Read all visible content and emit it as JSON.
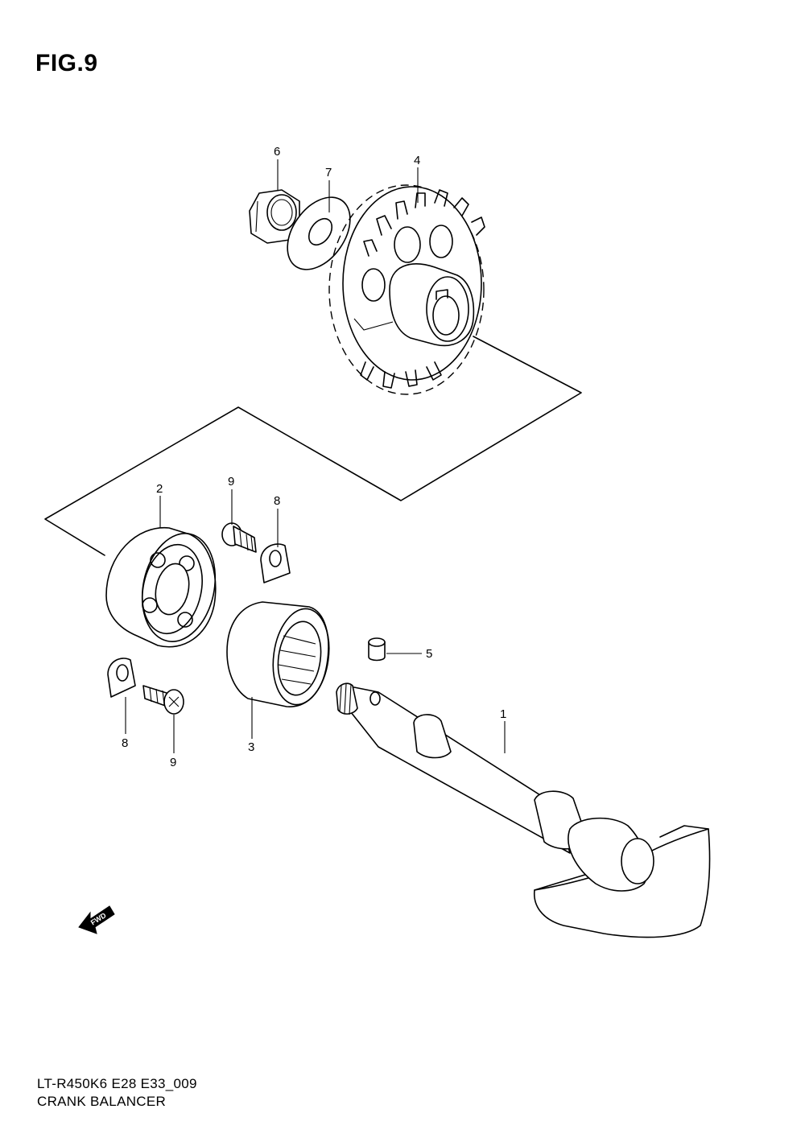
{
  "figure": {
    "title": "FIG.9"
  },
  "callouts": [
    {
      "id": "1",
      "label": "1"
    },
    {
      "id": "2",
      "label": "2"
    },
    {
      "id": "3",
      "label": "3"
    },
    {
      "id": "4",
      "label": "4"
    },
    {
      "id": "5",
      "label": "5"
    },
    {
      "id": "6",
      "label": "6"
    },
    {
      "id": "7",
      "label": "7"
    },
    {
      "id": "8a",
      "label": "8"
    },
    {
      "id": "8b",
      "label": "8"
    },
    {
      "id": "9a",
      "label": "9"
    },
    {
      "id": "9b",
      "label": "9"
    }
  ],
  "fwd_arrow": {
    "label": "FWD"
  },
  "footer": {
    "model_code": "LT-R450K6 E28 E33_009",
    "caption": "CRANK BALANCER"
  }
}
